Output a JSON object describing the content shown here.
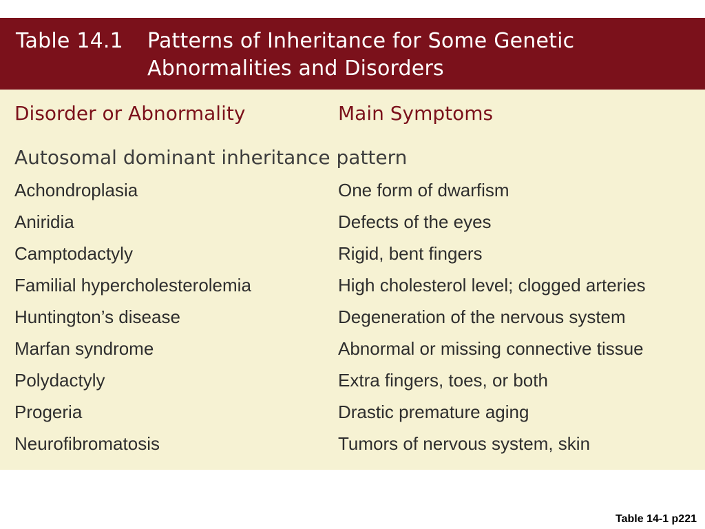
{
  "table": {
    "number": "Table 14.1",
    "title": "Patterns of Inheritance for Some Genetic Abnormalities and Disorders",
    "column_headers": [
      "Disorder or Abnormality",
      "Main Symptoms"
    ],
    "section": "Autosomal dominant inheritance pattern",
    "rows": [
      {
        "disorder": "Achondroplasia",
        "symptoms": "One form of dwarfism"
      },
      {
        "disorder": "Aniridia",
        "symptoms": "Defects of the eyes"
      },
      {
        "disorder": "Camptodactyly",
        "symptoms": "Rigid, bent fingers"
      },
      {
        "disorder": "Familial hypercholesterolemia",
        "symptoms": "High cholesterol level; clogged arteries"
      },
      {
        "disorder": "Huntington’s disease",
        "symptoms": "Degeneration of the nervous system"
      },
      {
        "disorder": "Marfan syndrome",
        "symptoms": "Abnormal or missing connective tissue"
      },
      {
        "disorder": "Polydactyly",
        "symptoms": "Extra fingers, toes, or both"
      },
      {
        "disorder": "Progeria",
        "symptoms": "Drastic premature aging"
      },
      {
        "disorder": "Neurofibromatosis",
        "symptoms": "Tumors of nervous system, skin"
      }
    ]
  },
  "footer": {
    "reference": "Table 14-1 p221"
  },
  "colors": {
    "header_background": "#7b111b",
    "body_background": "#f6f2d3",
    "heading_text": "#7b111b"
  }
}
